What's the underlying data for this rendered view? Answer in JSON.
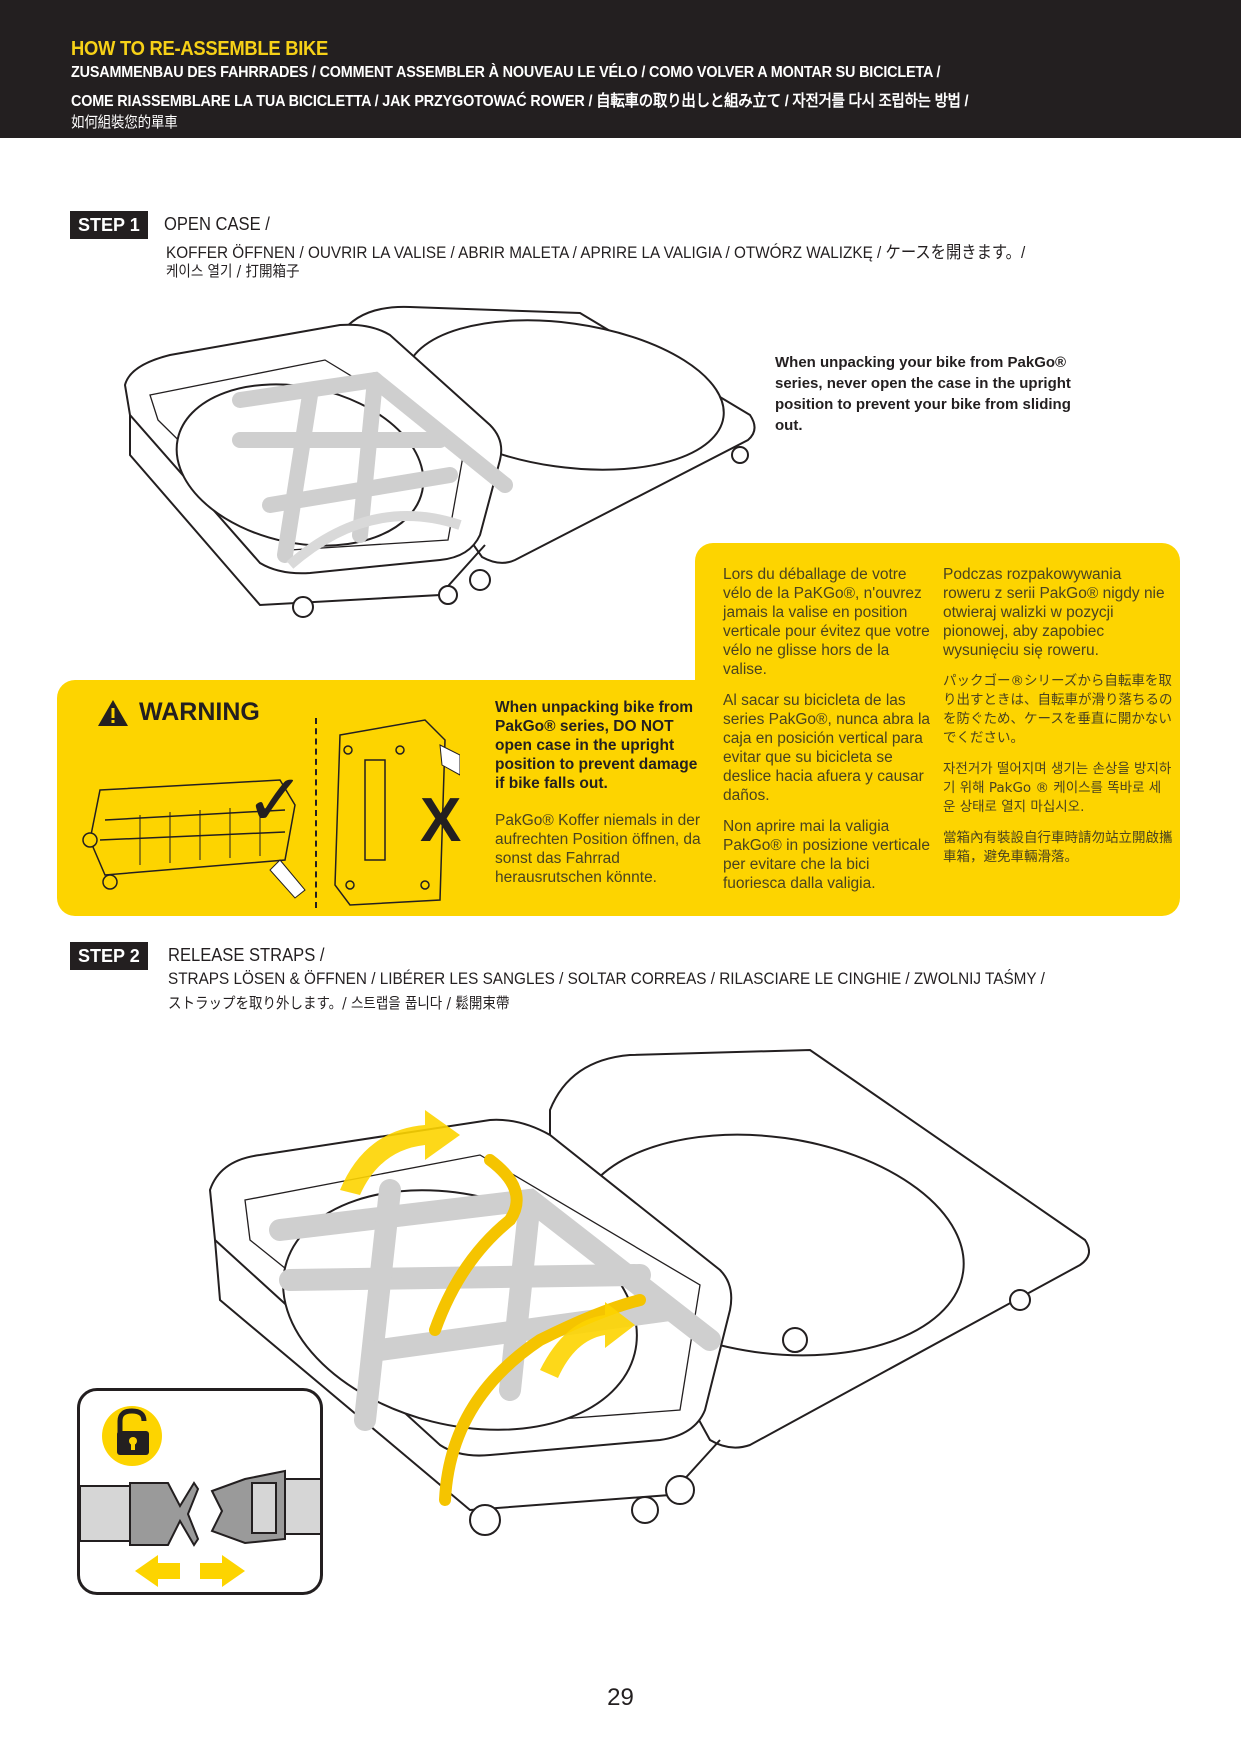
{
  "header": {
    "title": "HOW TO RE-ASSEMBLE BIKE",
    "subtitle_line1": "ZUSAMMENBAU DES FAHRRADES / COMMENT ASSEMBLER À NOUVEAU LE VÉLO / COMO VOLVER A MONTAR SU BICICLETA /",
    "subtitle_line2": "COME RIASSEMBLARE LA TUA BICICLETTA / JAK PRZYGOTOWAĆ ROWER / 自転車の取り出しと組み立て / 자전거를 다시 조립하는 방법  /",
    "subtitle_line3": "如何組裝您的單車",
    "title_color": "#f7d117",
    "background_color": "#231f20"
  },
  "step1": {
    "badge": "STEP 1",
    "title": "OPEN CASE /",
    "subtitle_line1": "KOFFER ÖFFNEN  / OUVRIR LA VALISE / ABRIR MALETA / APRIRE LA VALIGIA / OTWÓRZ WALIZKĘ / ケースを開きます。/",
    "subtitle_line2": "케이스 열기 / 打開箱子",
    "note": "When unpacking your bike from PakGo® series, never open the case in the upright position to prevent your bike from sliding out."
  },
  "warning": {
    "title": "WARNING",
    "accent_color": "#fdd400",
    "correct_mark": "✓",
    "wrong_mark": "X",
    "english": "When unpacking bike from PakGo® series, DO NOT open case in the upright position to prevent damage if bike falls out.",
    "german": "PakGo® Koffer niemals in der aufrechten Position öffnen, da sonst das Fahrrad herausrutschen könnte.",
    "french": "Lors du déballage de votre vélo de la PaKGo®, n'ouvrez jamais la valise en position verticale pour évitez que votre vélo ne glisse hors de la valise.",
    "spanish": "Al sacar su bicicleta de las series PakGo®, nunca abra la caja en posición vertical para evitar que su bicicleta se deslice hacia afuera y causar daños.",
    "italian": "Non aprire mai la valigia PakGo® in posizione verticale per evitare che la bici fuoriesca dalla valigia.",
    "polish": "Podczas rozpakowywania roweru z serii PakGo® nigdy nie otwieraj walizki w pozycji pionowej, aby zapobiec wysunięciu się roweru.",
    "japanese": "パックゴー®シリーズから自転車を取り出すときは、自転車が滑り落ちるのを防ぐため、ケースを垂直に開かないでください。",
    "korean": "자전거가 떨어지며 생기는 손상을 방지하기 위해 PakGo ® 케이스를 똑바로 세운 상태로 열지 마십시오.",
    "chinese": "當箱內有裝設自行車時請勿站立開啟攜車箱，避免車輛滑落。"
  },
  "step2": {
    "badge": "STEP 2",
    "title": "RELEASE STRAPS /",
    "subtitle_line1": "STRAPS LÖSEN & ÖFFNEN / LIBÉRER LES SANGLES / SOLTAR CORREAS / RILASCIARE LE CINGHIE / ZWOLNIJ TAŚMY /",
    "subtitle_line2": "ストラップを取り外します。/ 스트랩을 풉니다 / 鬆開束帶"
  },
  "icons": {
    "warning": "warning-triangle-icon",
    "unlock": "unlock-padlock-icon",
    "arrows": "left-right-arrows-icon"
  },
  "page_number": "29"
}
